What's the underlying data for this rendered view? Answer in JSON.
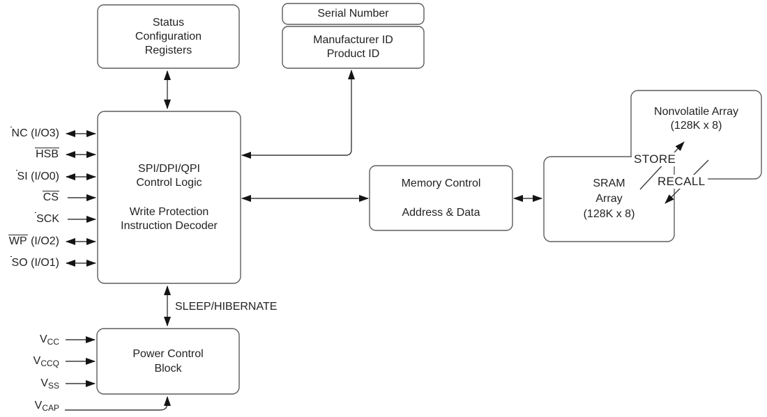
{
  "boxes": {
    "status": {
      "lines": [
        "Status",
        "Configuration",
        "Registers"
      ]
    },
    "serial": {
      "label": "Serial Number"
    },
    "manufacturer": {
      "lines": [
        "Manufacturer ID",
        "Product ID"
      ]
    },
    "spi": {
      "group1": [
        "SPI/DPI/QPI",
        "Control Logic"
      ],
      "group2": [
        "Write Protection",
        "Instruction Decoder"
      ]
    },
    "memory": {
      "group1": [
        "Memory Control"
      ],
      "group2": [
        "Address & Data"
      ]
    },
    "sram": {
      "lines": [
        "SRAM",
        "Array",
        "(128K x 8)"
      ]
    },
    "nonvolatile": {
      "lines": [
        "Nonvolatile Array",
        "(128K x 8)"
      ]
    },
    "power": {
      "lines": [
        "Power Control",
        "Block"
      ]
    }
  },
  "signals": [
    {
      "bar": "",
      "text": "NC (I/O3)",
      "direction": "bidirectional"
    },
    {
      "bar": "HSB",
      "text": "",
      "direction": "bidirectional"
    },
    {
      "bar": "",
      "text": "SI (I/O0)",
      "direction": "bidirectional"
    },
    {
      "bar": "CS",
      "text": "",
      "direction": "input"
    },
    {
      "bar": "",
      "text": "SCK",
      "direction": "input"
    },
    {
      "bar": "WP",
      "text": " (I/O2)",
      "direction": "bidirectional"
    },
    {
      "bar": "",
      "text": "SO (I/O1)",
      "direction": "bidirectional"
    }
  ],
  "power_pins": [
    {
      "base": "V",
      "sub": "CC",
      "direction": "input"
    },
    {
      "base": "V",
      "sub": "CCQ",
      "direction": "input"
    },
    {
      "base": "V",
      "sub": "SS",
      "direction": "input"
    },
    {
      "base": "V",
      "sub": "CAP",
      "direction": "input"
    }
  ],
  "arrow_labels": {
    "sleep": "SLEEP/HIBERNATE",
    "store": "STORE",
    "recall": "RECALL"
  },
  "colors": {
    "background": "#ffffff",
    "box_border": "#5c5c5c",
    "line": "#3a3a3a",
    "arrowhead": "#141414",
    "text": "#222222"
  }
}
